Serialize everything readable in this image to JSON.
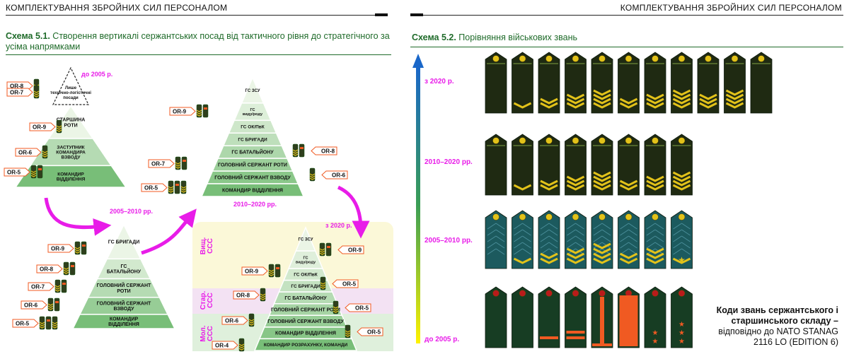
{
  "header": {
    "left": "КОМПЛЕКТУВАННЯ  ЗБРОЙНИХ СИЛ ПЕРСОНАЛОМ",
    "right": "КОМПЛЕКТУВАННЯ  ЗБРОЙНИХ СИЛ ПЕРСОНАЛОМ"
  },
  "scheme1": {
    "num": "Схема 5.1.",
    "text": " Створення вертикалі сержантських посад від тактичного рівня до стратегічного за усіма напрямками",
    "p1": {
      "era": "до 2005 р.",
      "levels": [
        "Лише технічно-логістичні посади",
        "СТАРШИНА РОТИ",
        "ЗАСТУПНИК КОМАНДИРА ВЗВОДУ",
        "КОМАНДИР ВІДДІЛЕННЯ"
      ],
      "codes": [
        "OR-8",
        "OR-7",
        "OR-9",
        "OR-6",
        "OR-5"
      ]
    },
    "p2": {
      "era": "2005–2010 рр.",
      "levels": [
        "ГС БРИГАДИ",
        "ГС БАТАЛЬЙОНУ",
        "ГОЛОВНИЙ СЕРЖАНТ РОТИ",
        "ГОЛОВНИЙ СЕРЖАНТ ВЗВОДУ",
        "КОМАНДИР ВІДДІЛЕННЯ"
      ],
      "codes": [
        "OR-9",
        "OR-8",
        "OR-7",
        "OR-6",
        "OR-5"
      ]
    },
    "p3": {
      "era": "2010–2020 рр.",
      "levels": [
        "ГС ЗСУ",
        "ГС виду/роду",
        "ГС ОК/ПвК",
        "ГС БРИГАДИ",
        "ГС БАТАЛЬЙОНУ",
        "ГОЛОВНИЙ СЕРЖАНТ РОТИ",
        "ГОЛОВНИЙ СЕРЖАНТ ВЗВОДУ",
        "КОМАНДИР ВІДДІЛЕННЯ"
      ],
      "codes": [
        "OR-9",
        "OR-8",
        "OR-7",
        "OR-6",
        "OR-5"
      ]
    },
    "p4": {
      "era": "з 2020 р.",
      "groups": [
        "Вищ. ССС",
        "Стар. ССС",
        "Мол. ССС"
      ],
      "levels": [
        "ГС ЗСУ",
        "ГС виду/роду",
        "ГС ОК/ПвК",
        "ГС БРИГАДИ",
        "ГС БАТАЛЬЙОНУ",
        "ГОЛОВНИЙ СЕРЖАНТ РОТИ",
        "ГОЛОВНИЙ СЕРЖАНТ ВЗВОДУ",
        "КОМАНДИР ВІДДІЛЕННЯ",
        "КОМАНДИР РОЗРАХУНКУ, КОМАНДИ"
      ],
      "codes": [
        "OR-9",
        "OR-9",
        "OR-8",
        "OR-5",
        "OR-6",
        "OR-5",
        "OR-4",
        "OR-5"
      ]
    }
  },
  "scheme2": {
    "num": "Схема 5.2.",
    "text": " Порівняння військових звань",
    "rows": [
      "з 2020 р.",
      "2010–2020 рр.",
      "2005–2010 рр.",
      "до 2005 р."
    ],
    "caption_bold": "Коди звань сержантського і старшинського складу –",
    "caption_rest": "відповідно до NATO STANAG 2116 LO (EDITION 6)"
  },
  "colors": {
    "accent": "#1f6b2a",
    "magenta": "#e81ce8",
    "olive": "#283a17",
    "gold": "#e2c21a",
    "orange": "#f05a22"
  }
}
